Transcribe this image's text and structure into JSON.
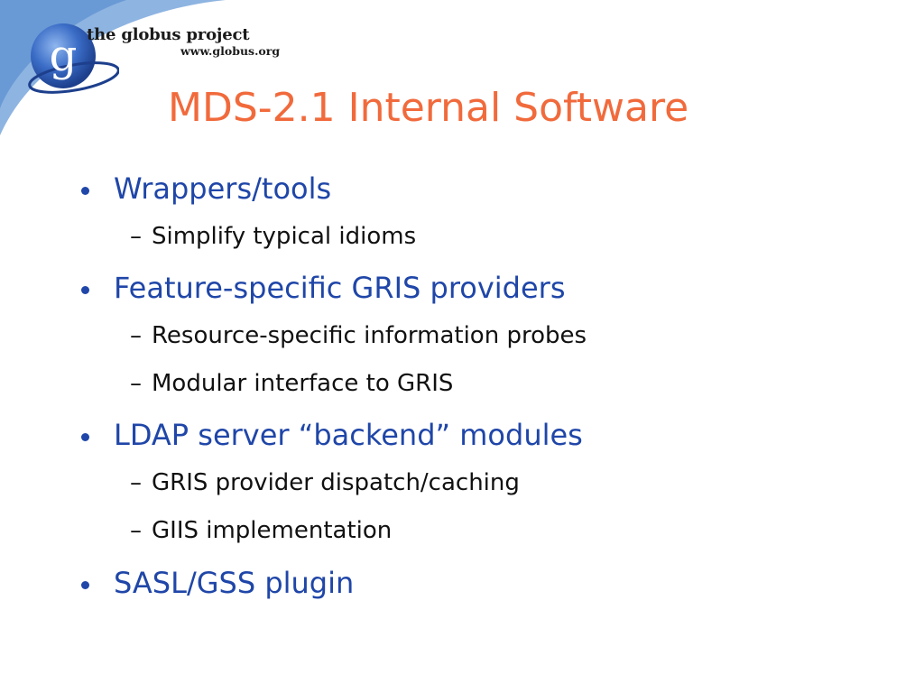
{
  "logo": {
    "name": "the globus project",
    "url": "www.globus.org",
    "mark": "g"
  },
  "title": "MDS-2.1 Internal Software",
  "bullets": [
    {
      "text": "Wrappers/tools",
      "sub": [
        "Simplify typical idioms"
      ]
    },
    {
      "text": "Feature-specific GRIS providers",
      "sub": [
        "Resource-specific information probes",
        "Modular interface to GRIS"
      ]
    },
    {
      "text": "LDAP server “backend” modules",
      "sub": [
        "GRIS provider dispatch/caching",
        "GIIS implementation"
      ]
    },
    {
      "text": "SASL/GSS plugin",
      "sub": []
    }
  ],
  "colors": {
    "title": "#f16a3c",
    "bullet": "#1f46a8",
    "corner": "#6f9fd8",
    "logo_ball": "#2d5fb8"
  },
  "sub_marker": "–"
}
